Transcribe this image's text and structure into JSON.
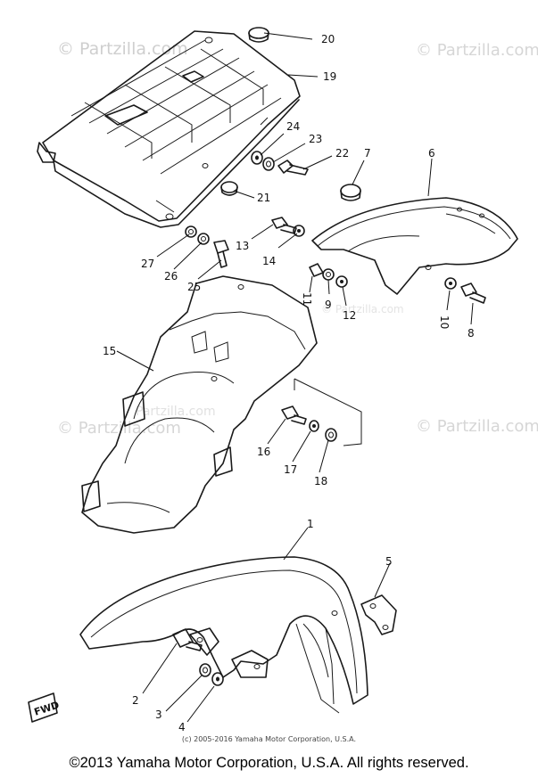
{
  "watermarks": {
    "top_left": "© Partzilla.com",
    "top_right": "© Partzilla.com",
    "mid_left": "© Partzilla.com",
    "mid_right": "© Partzilla.com",
    "mid_center": "Partzilla.com",
    "top_center": "© Partzilla.com"
  },
  "callouts": [
    "20",
    "19",
    "24",
    "23",
    "22",
    "7",
    "6",
    "21",
    "13",
    "14",
    "27",
    "26",
    "25",
    "11",
    "9",
    "12",
    "10",
    "8",
    "15",
    "16",
    "17",
    "18",
    "1",
    "5",
    "2",
    "3",
    "4"
  ],
  "fwd_stamp": "FWD",
  "diagram_copyright": "(c) 2005-2016 Yamaha Motor Corporation, U.S.A.",
  "footer_copyright": "©2013 Yamaha Motor Corporation, U.S.A. All rights reserved."
}
